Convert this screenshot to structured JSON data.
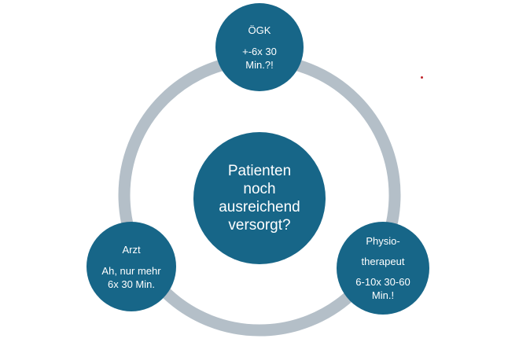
{
  "diagram": {
    "center": {
      "lines": [
        "Patienten",
        "noch",
        "ausreichend",
        "versorgt?"
      ]
    },
    "nodes": {
      "oegk": {
        "title": "ÖGK",
        "detail_lines": [
          "+-6x 30",
          "Min.?!"
        ]
      },
      "arzt": {
        "title": "Arzt",
        "detail_lines": [
          "Ah, nur mehr",
          "6x 30 Min."
        ]
      },
      "physio": {
        "title_lines": [
          "Physio-",
          "therapeut"
        ],
        "detail_lines": [
          "6-10x 30-60",
          "Min.!"
        ]
      }
    },
    "colors": {
      "node_fill": "#176688",
      "ring_stroke": "#b4bfc8",
      "text": "#ffffff",
      "accent_dot": "#c0262c"
    }
  }
}
